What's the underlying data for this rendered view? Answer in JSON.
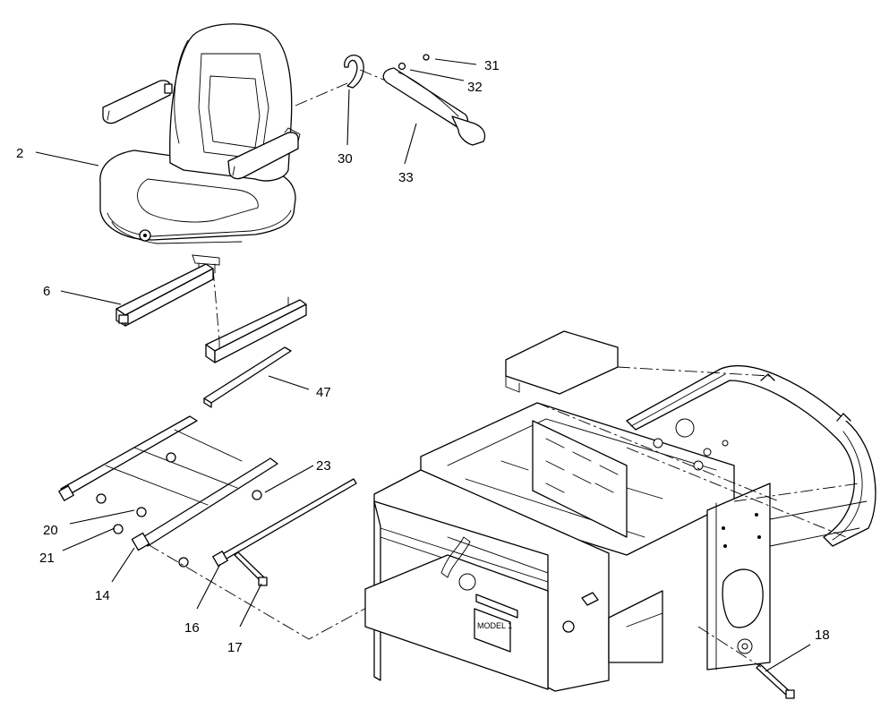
{
  "callouts": [
    {
      "id": "c2",
      "label": "2"
    },
    {
      "id": "c6",
      "label": "6"
    },
    {
      "id": "c14",
      "label": "14"
    },
    {
      "id": "c16",
      "label": "16"
    },
    {
      "id": "c17",
      "label": "17"
    },
    {
      "id": "c18",
      "label": "18"
    },
    {
      "id": "c20",
      "label": "20"
    },
    {
      "id": "c21",
      "label": "21"
    },
    {
      "id": "c23",
      "label": "23"
    },
    {
      "id": "c30",
      "label": "30"
    },
    {
      "id": "c31",
      "label": "31"
    },
    {
      "id": "c32",
      "label": "32"
    },
    {
      "id": "c33",
      "label": "33"
    },
    {
      "id": "c47",
      "label": "47"
    }
  ],
  "frame_plate": {
    "label": "MODEL 1"
  },
  "icons": {
    "seat": "seat-icon",
    "slide-rail": "slide-rail-icon",
    "spacer": "spacer-bar-icon",
    "seat-plate": "seat-mount-plate-icon",
    "rod": "rod-icon",
    "bolt": "bolt-icon",
    "nut": "nut-icon",
    "clamp": "clamp-icon",
    "grip": "grip-icon",
    "frame": "frame-icon"
  }
}
